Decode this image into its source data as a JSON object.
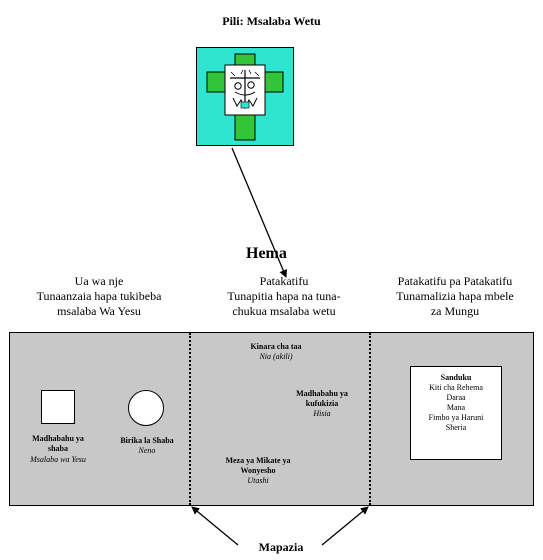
{
  "title": "Pili: Msalaba Wetu",
  "hema_label": "Hema",
  "columns": [
    {
      "lines": [
        "Ua wa nje",
        "Tunaanzaia hapa tukibeba",
        "msalaba Wa Yesu"
      ]
    },
    {
      "lines": [
        "Patakatifu",
        "Tunapitia hapa na tuna-",
        "chukua msalaba wetu"
      ]
    },
    {
      "lines": [
        "Patakatifu pa Patakatifu",
        "Tunamalizia hapa mbele",
        "za Mungu"
      ]
    }
  ],
  "outer_court": {
    "altar_label": [
      "Madhabahu ya",
      "shaba"
    ],
    "altar_sub": "Msalaba wa Yesu",
    "basin_label": "Birika la Shaba",
    "basin_sub": "Neno"
  },
  "holy_place": {
    "lampstand_label": "Kinara cha taa",
    "lampstand_sub": "Nia (akili)",
    "incense_label": [
      "Madhabahu ya",
      "kufukizia"
    ],
    "incense_sub": "Hisia",
    "table_label": [
      "Meza ya Mikate ya",
      "Wonyesho"
    ],
    "table_sub": "Utashi"
  },
  "holy_of_holies": {
    "ark_title": "Sanduku",
    "ark_items": [
      "Kiti cha Rehema",
      "Daraa",
      "Mana",
      "Fimbo ya Haruni",
      "Sheria"
    ]
  },
  "mapazia_label": "Mapazia",
  "colors": {
    "cross_bg": "#2ee6cf",
    "cross_green": "#33c43a",
    "tent_fill": "#c8c8c8"
  }
}
